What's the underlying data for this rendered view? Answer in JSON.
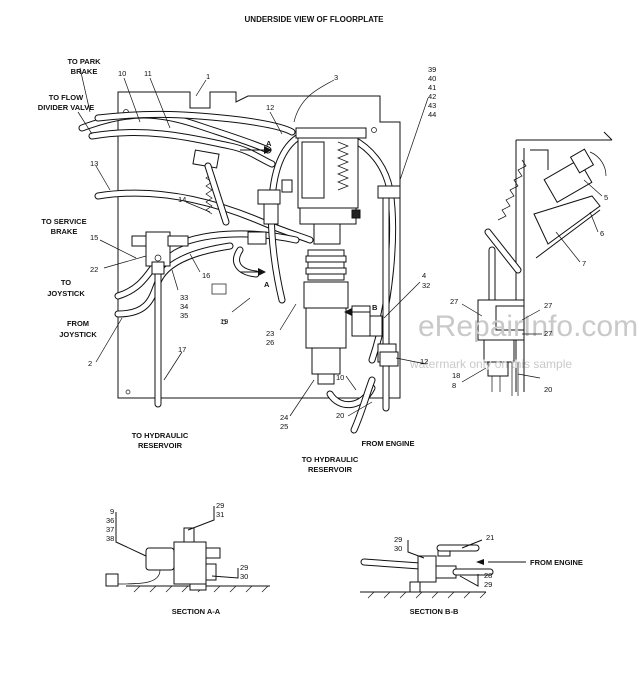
{
  "title": "UNDERSIDE VIEW OF FLOORPLATE",
  "labels": {
    "to_park_brake_1": "TO PARK",
    "to_park_brake_2": "BRAKE",
    "to_flow_1": "TO FLOW",
    "to_flow_2": "DIVIDER VALVE",
    "to_service_1": "TO SERVICE",
    "to_service_2": "BRAKE",
    "to_joystick_1": "TO",
    "to_joystick_2": "JOYSTICK",
    "from_joystick_1": "FROM",
    "from_joystick_2": "JOYSTICK",
    "to_hyd_res_left_1": "TO HYDRAULIC",
    "to_hyd_res_left_2": "RESERVOIR",
    "to_hyd_res_mid_1": "TO HYDRAULIC",
    "to_hyd_res_mid_2": "RESERVOIR",
    "from_engine_main": "FROM ENGINE",
    "from_engine_section": "FROM ENGINE",
    "section_a": "SECTION A-A",
    "section_b": "SECTION B-B",
    "view_a_top": "A",
    "view_a_bottom": "A",
    "view_b": "B"
  },
  "callouts": {
    "c1": "1",
    "c2": "2",
    "c3": "3",
    "c4": "4",
    "c5": "5",
    "c6": "6",
    "c7": "7",
    "c8": "8",
    "c10a": "10",
    "c10b": "10",
    "c11": "11",
    "c12a": "12",
    "c12b": "12",
    "c13": "13",
    "c14": "14",
    "c15": "15",
    "c16": "16",
    "c17": "17",
    "c18": "18",
    "c19": "19",
    "c20a": "20",
    "c20b": "20",
    "c21": "21",
    "c22": "22",
    "c23": "23",
    "c24": "24",
    "c25": "25",
    "c26": "26",
    "c27a": "27",
    "c27b": "27",
    "c27c": "27",
    "c32": "32",
    "c33": "33",
    "c34": "34",
    "c35": "35",
    "c39": "39",
    "c40": "40",
    "c41": "41",
    "c42": "42",
    "c43": "43",
    "c44": "44",
    "sa9": "9",
    "sa36": "36",
    "sa37": "37",
    "sa38": "38",
    "sa29a": "29",
    "sa31": "31",
    "sa29b": "29",
    "sa30": "30",
    "sb29a": "29",
    "sb30": "30",
    "sb28": "28",
    "sb29b": "29"
  },
  "watermark": {
    "big": "eRepairInfo.com",
    "small": "watermark only on this sample"
  }
}
